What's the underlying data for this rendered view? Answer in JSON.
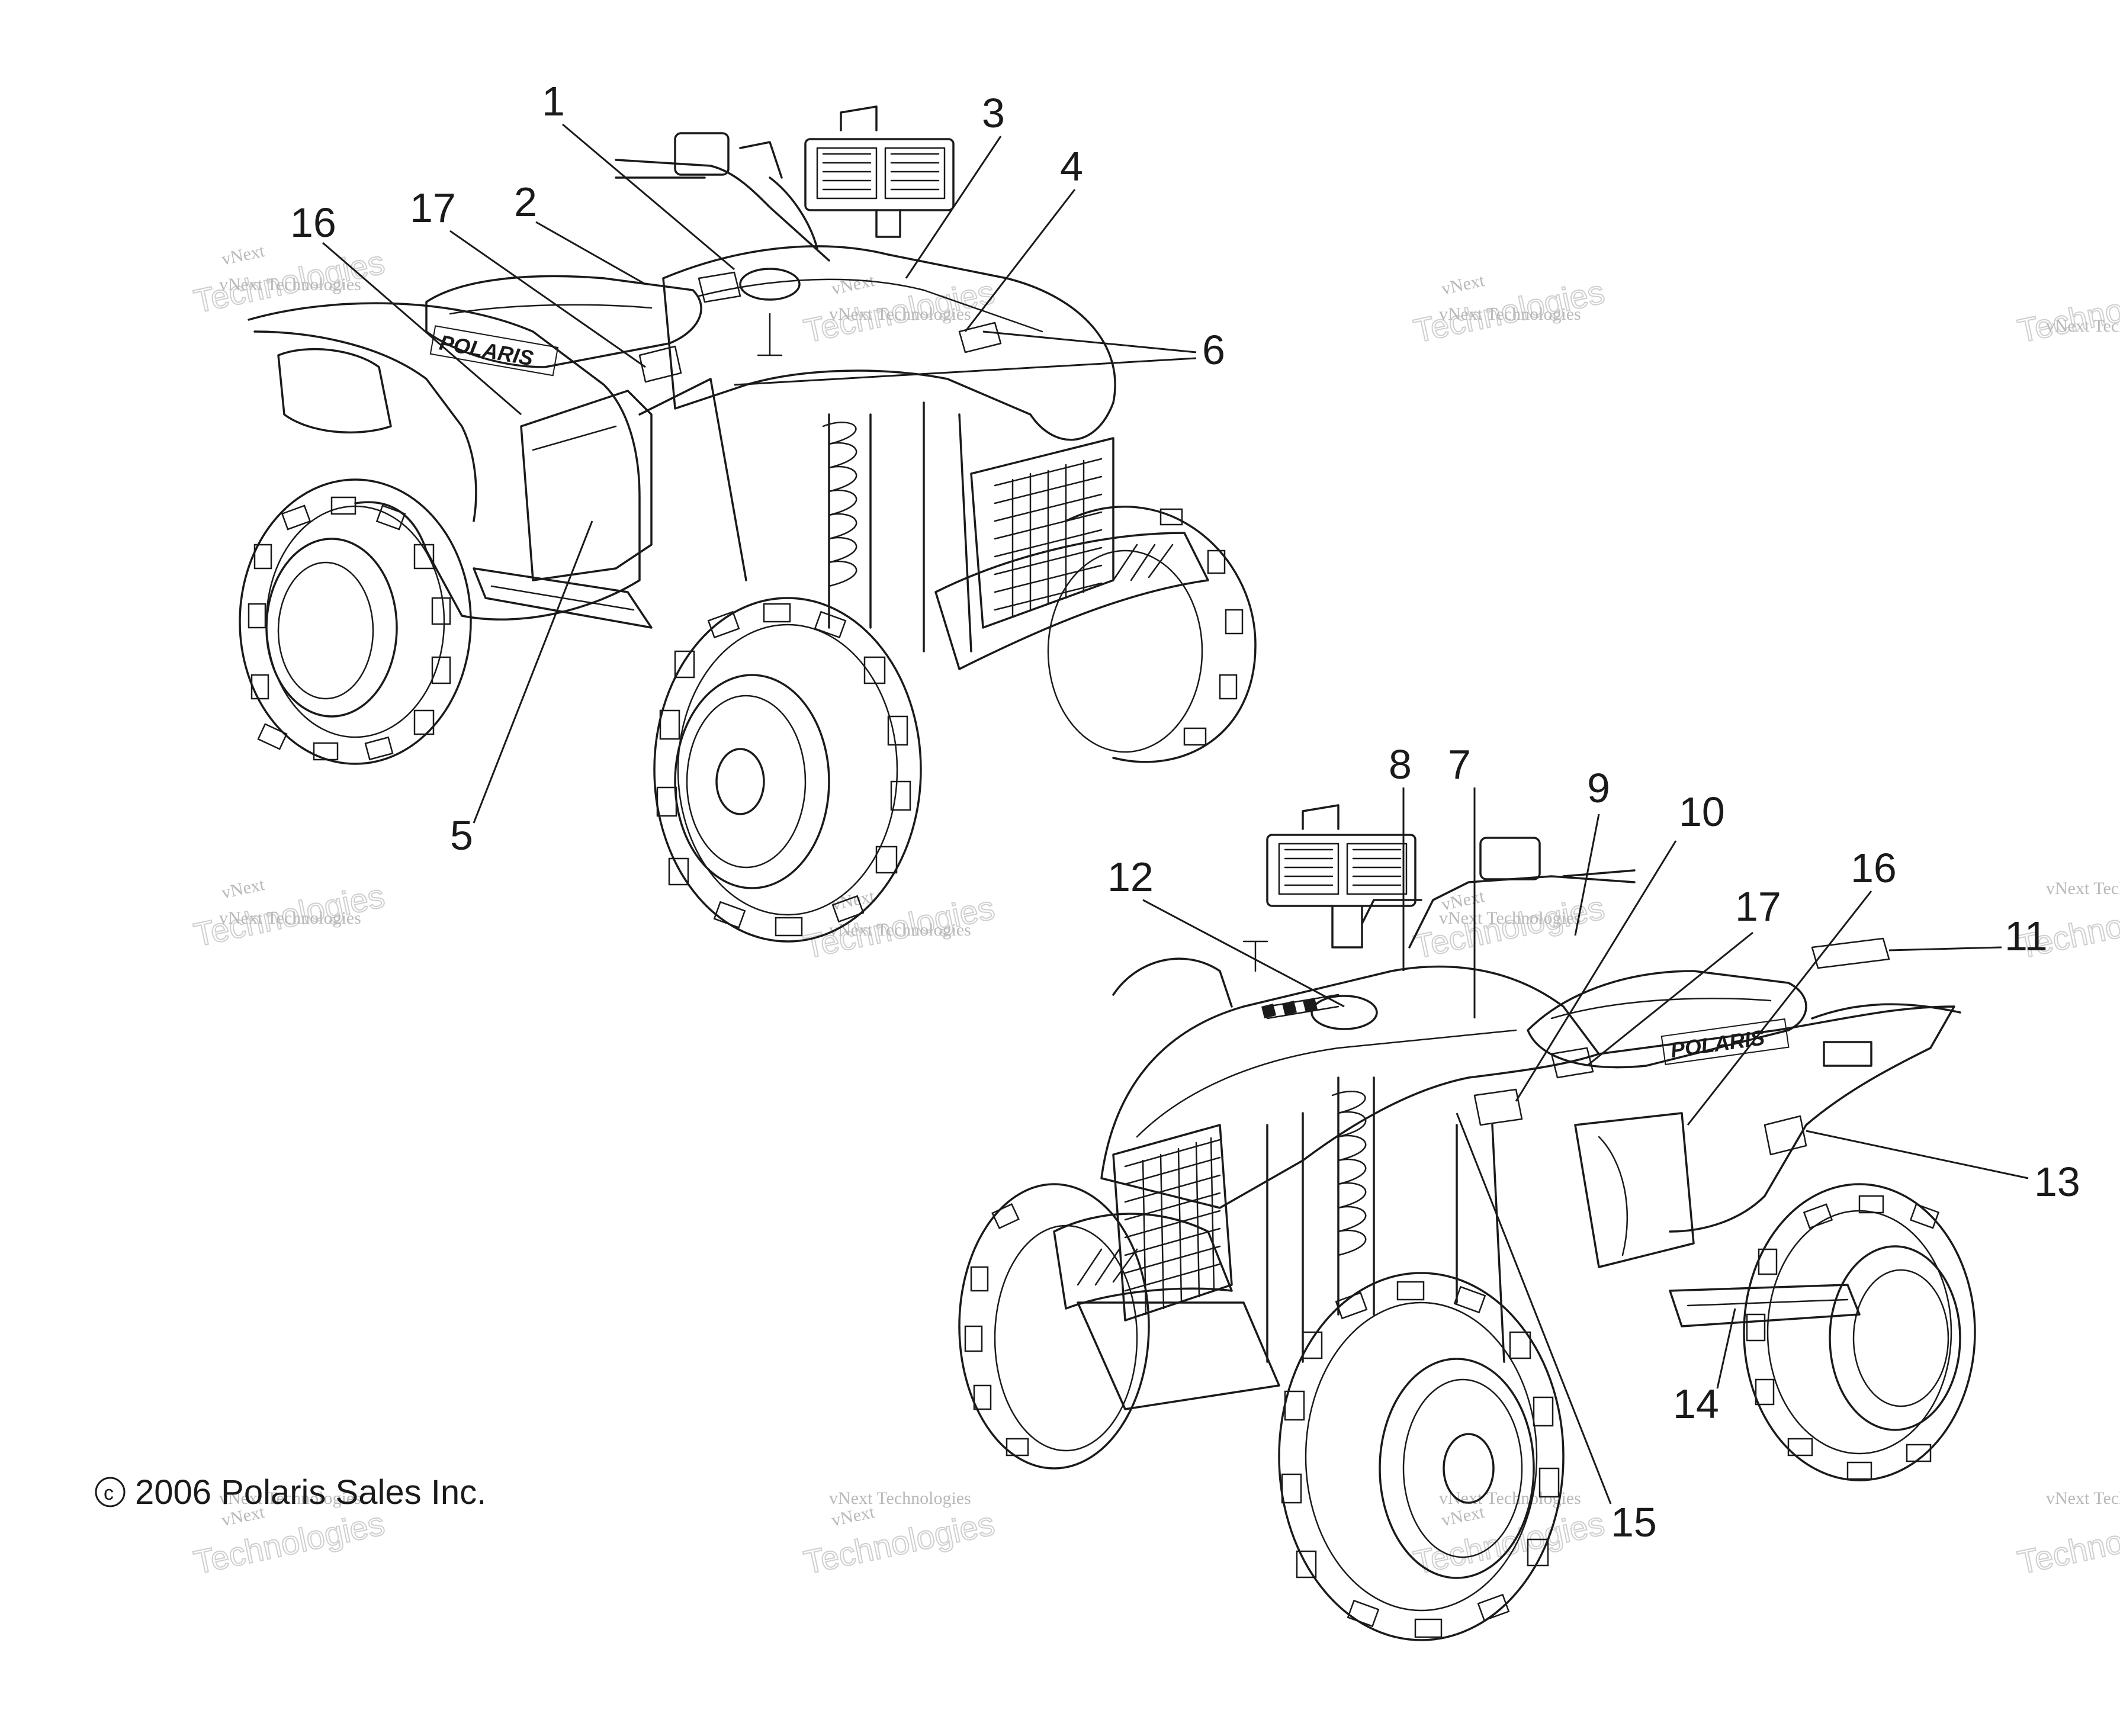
{
  "labels": {
    "l1": "1",
    "l2": "2",
    "l3": "3",
    "l4": "4",
    "l5": "5",
    "l6": "6",
    "l16a": "16",
    "l17a": "17",
    "l7": "7",
    "l8": "8",
    "l9": "9",
    "l10": "10",
    "l11": "11",
    "l12": "12",
    "l13": "13",
    "l14": "14",
    "l15": "15",
    "l16b": "16",
    "l17b": "17"
  },
  "brand_decal": "POLARIS",
  "copyright": "2006 Polaris Sales Inc.",
  "watermark": {
    "small": "vNext Technologies",
    "big": "Technologies",
    "top": "vNext"
  },
  "colors": {
    "ink": "#1a1a1a",
    "watermark": "#b9b9b9"
  }
}
